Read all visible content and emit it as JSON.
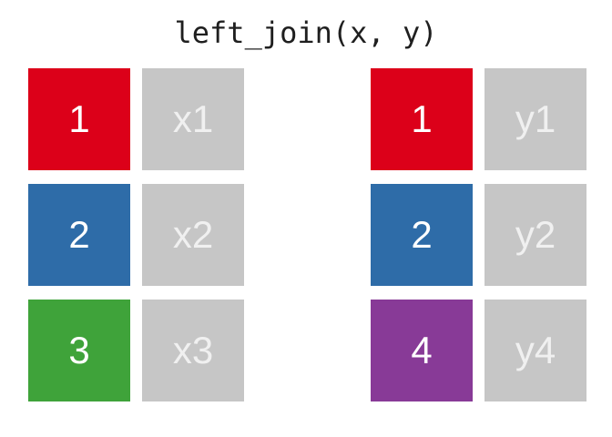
{
  "title": "left_join(x, y)",
  "colors": {
    "key1": "#dc0019",
    "key2": "#2e6ca8",
    "key3": "#3fa33a",
    "key4": "#883a97",
    "value_bg": "#c6c6c6",
    "key_text": "#ffffff",
    "value_text": "#f0f0f0",
    "title_text": "#1f1f1f",
    "background": "#ffffff"
  },
  "tables": {
    "x": {
      "name": "x",
      "rows": [
        {
          "key": "1",
          "value": "x1",
          "key_color": "key1"
        },
        {
          "key": "2",
          "value": "x2",
          "key_color": "key2"
        },
        {
          "key": "3",
          "value": "x3",
          "key_color": "key3"
        }
      ]
    },
    "y": {
      "name": "y",
      "rows": [
        {
          "key": "1",
          "value": "y1",
          "key_color": "key1"
        },
        {
          "key": "2",
          "value": "y2",
          "key_color": "key2"
        },
        {
          "key": "4",
          "value": "y4",
          "key_color": "key4"
        }
      ]
    }
  }
}
